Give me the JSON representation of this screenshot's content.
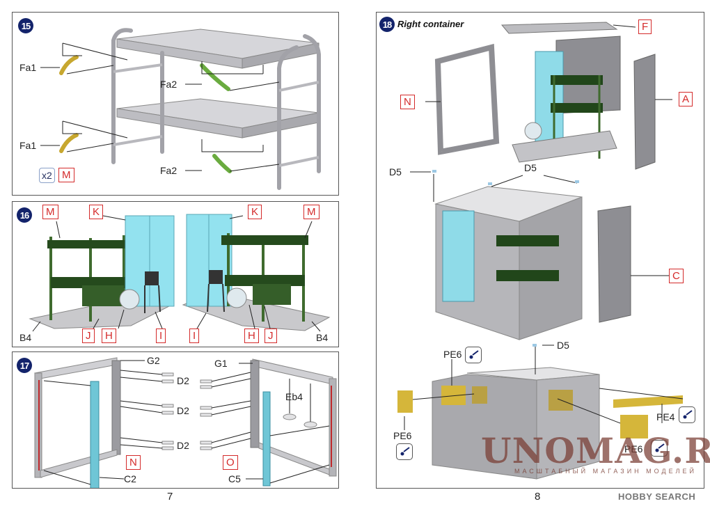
{
  "page_left": {
    "page_number": "7",
    "step15": {
      "number": "15",
      "part_labels": [
        "Fa1",
        "Fa2",
        "Fa1",
        "Fa2"
      ],
      "quantity": "x2",
      "assembly_ref": "M"
    },
    "step16": {
      "number": "16",
      "left_group": {
        "bunk": "M",
        "locker": "K",
        "box": "J",
        "fan": "H",
        "chair": "I",
        "base": "B4"
      },
      "right_group": {
        "bunk": "M",
        "locker": "K",
        "box": "J",
        "fan": "H",
        "chair": "I",
        "base": "B4"
      }
    },
    "step17": {
      "number": "17",
      "left_frame": {
        "top_part": "G2",
        "side_part": "C2",
        "assembly_ref": "N"
      },
      "right_frame": {
        "top_part": "G1",
        "side_part": "C5",
        "assembly_ref": "O",
        "feet": "Eb4"
      },
      "connectors": [
        "D2",
        "D2",
        "D2"
      ]
    }
  },
  "page_right": {
    "page_number": "8",
    "step18": {
      "number": "18",
      "title": "Right container",
      "exploded": {
        "roof": "F",
        "front_frame": "N",
        "back_wall": "A"
      },
      "middle": {
        "connector": "D5",
        "connector_pair": "D5",
        "door": "C"
      },
      "bottom": {
        "connector": "D5",
        "etch_parts": [
          "PE6",
          "PE6",
          "PE4",
          "PE6"
        ]
      }
    },
    "watermark": {
      "main": "UNOMAG.RU",
      "sub": "МАСШТАБНЫЙ МАГАЗИН МОДЕЛЕЙ"
    },
    "brand": "HOBBY SEARCH"
  },
  "colors": {
    "step_badge": "#13236b",
    "ref_box": "#d42a2a",
    "bunk_green": "#2f5a24",
    "locker_blue": "#8fe0ef",
    "etch_gold": "#d7b733",
    "metal_grey": "#b9b9bd"
  }
}
